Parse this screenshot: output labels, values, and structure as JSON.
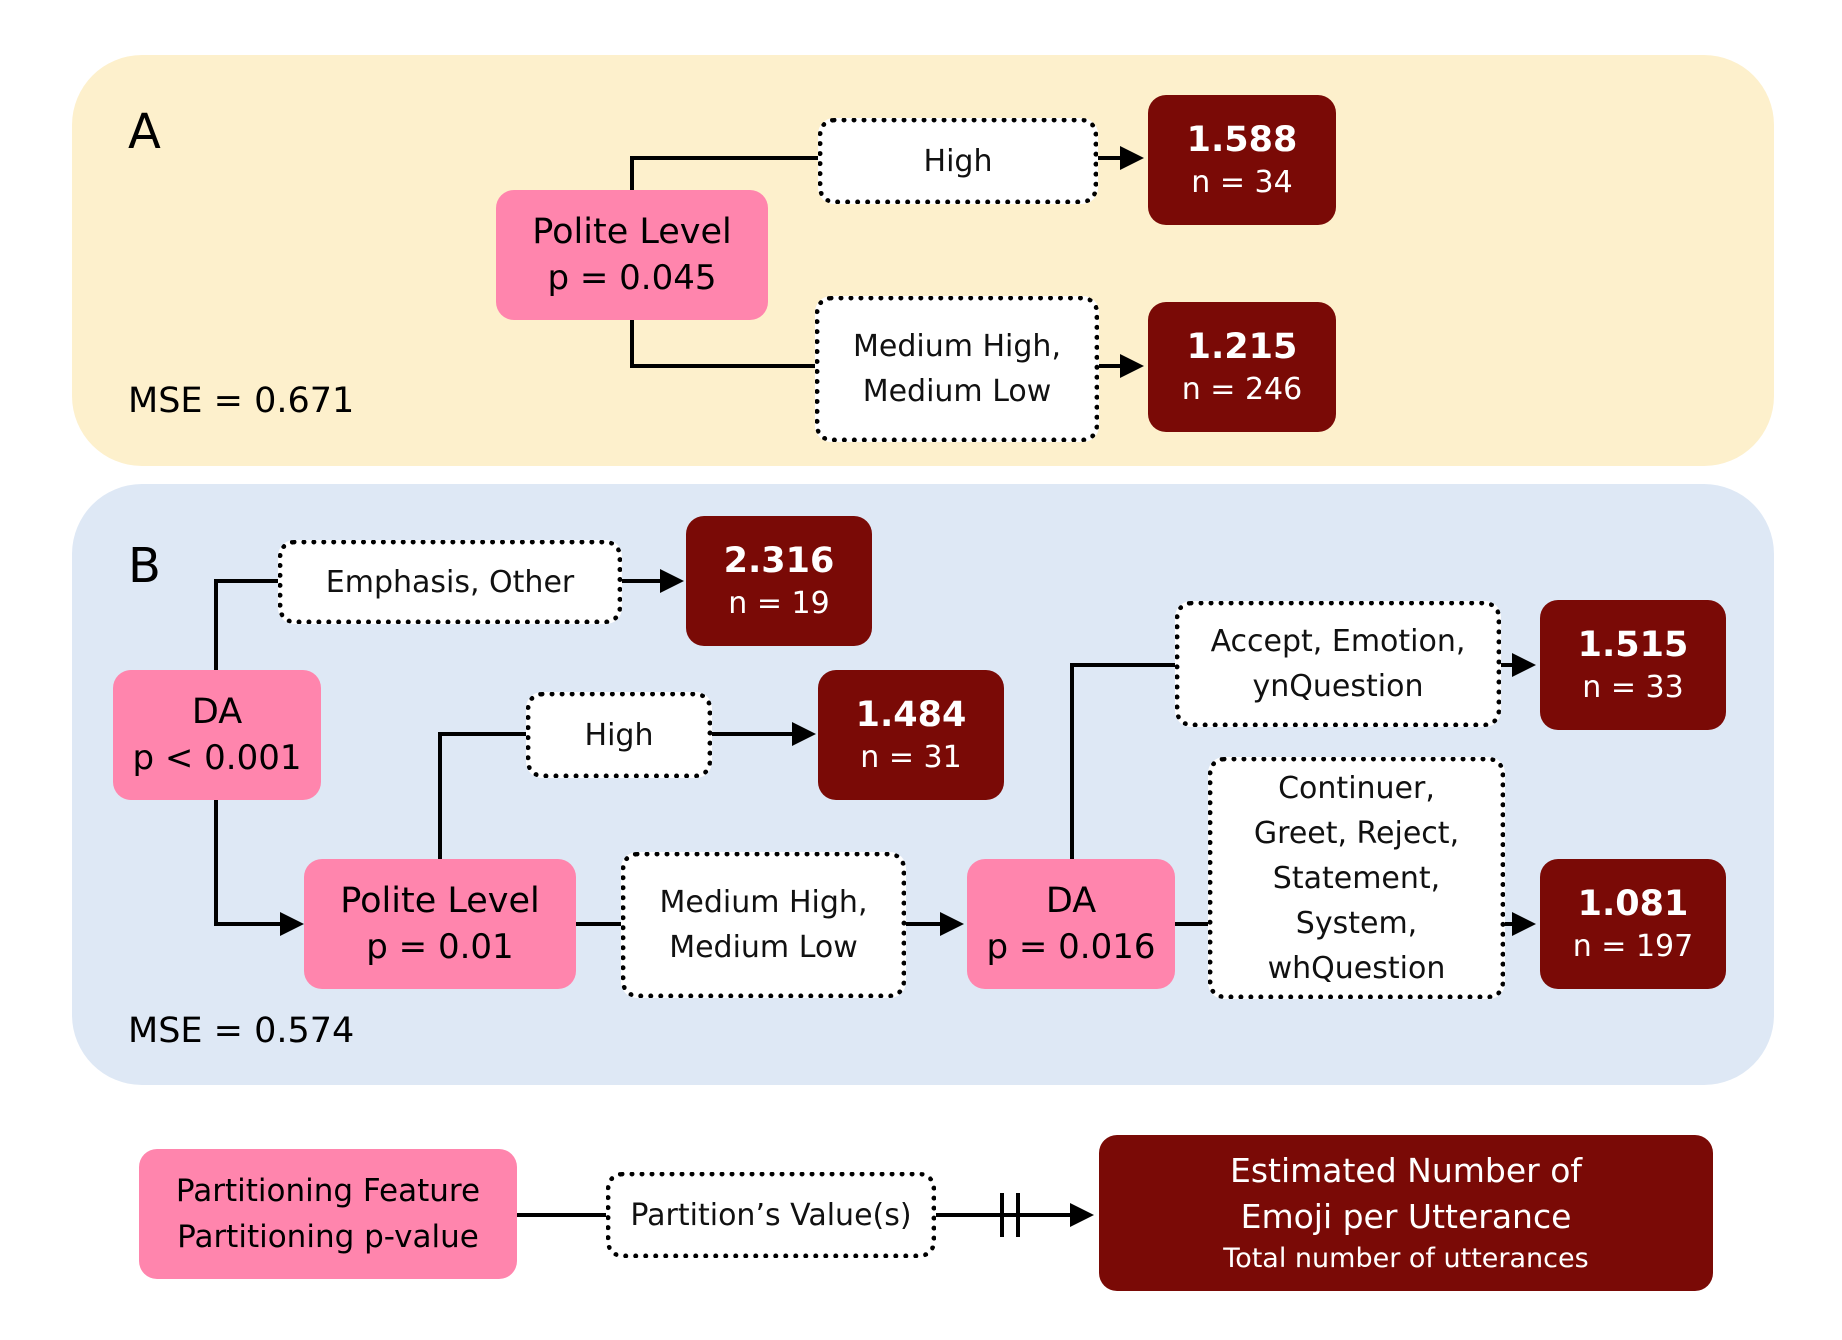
{
  "panels": {
    "A": {
      "label": "A",
      "mse": "MSE = 0.671"
    },
    "B": {
      "label": "B",
      "mse": "MSE = 0.574"
    }
  },
  "treeA": {
    "root": {
      "feature": "Polite Level",
      "pvalue": "p = 0.045"
    },
    "branch_high": {
      "partition": "High",
      "estimate": "1.588",
      "n": "n = 34"
    },
    "branch_medium": {
      "partition": "Medium High,\nMedium Low",
      "estimate": "1.215",
      "n": "n = 246"
    }
  },
  "treeB": {
    "root": {
      "feature": "DA",
      "pvalue": "p < 0.001"
    },
    "branch_emphasis": {
      "partition": "Emphasis, Other",
      "estimate": "2.316",
      "n": "n = 19"
    },
    "polite": {
      "feature": "Polite Level",
      "pvalue": "p = 0.01"
    },
    "branch_high": {
      "partition": "High",
      "estimate": "1.484",
      "n": "n = 31"
    },
    "branch_medium": {
      "partition": "Medium High,\nMedium Low"
    },
    "da2": {
      "feature": "DA",
      "pvalue": "p = 0.016"
    },
    "branch_accept": {
      "partition": "Accept, Emotion,\nynQuestion",
      "estimate": "1.515",
      "n": "n = 33"
    },
    "branch_continuer": {
      "partition": "Continuer,\nGreet, Reject,\nStatement,\nSystem,\nwhQuestion",
      "estimate": "1.081",
      "n": "n = 197"
    }
  },
  "legend": {
    "feature": "Partitioning Feature",
    "pvalue": "Partitioning p-value",
    "partition": "Partition’s Value(s)",
    "estimate_line1": "Estimated Number of",
    "estimate_line2": "Emoji per Utterance",
    "total": "Total number of utterances"
  },
  "colors": {
    "panel_a": "#fdf0cc",
    "panel_b": "#dee8f5",
    "feature_node": "#ff85ad",
    "leaf_node": "#7a0a06",
    "edge": "#000000"
  }
}
